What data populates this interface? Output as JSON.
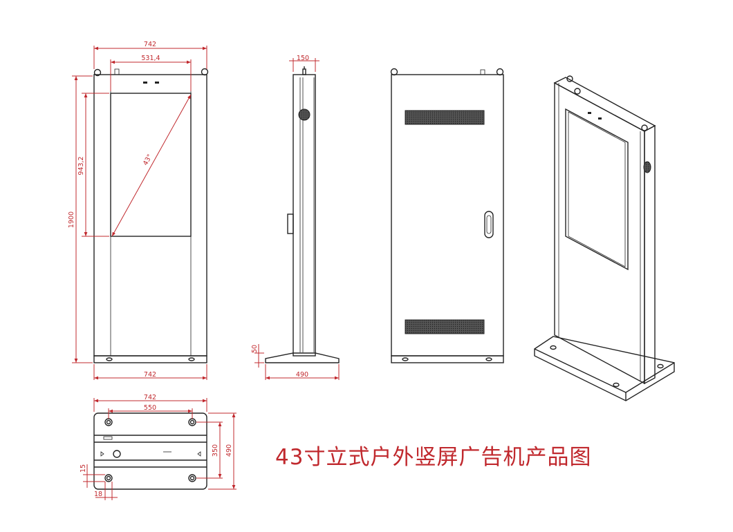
{
  "title": "43寸立式户外竖屏广告机产品图",
  "front_view": {
    "dim_width_top": "742",
    "dim_screen_width": "531,4",
    "dim_total_height": "1900",
    "dim_screen_height": "943,2",
    "screen_diagonal": "43\"",
    "dim_base_width": "742"
  },
  "side_view": {
    "dim_depth": "150",
    "dim_base_height": "50",
    "dim_base_depth": "490"
  },
  "base_view": {
    "dim_width": "742",
    "dim_hole_spacing": "550",
    "dim_depth_inner": "350",
    "dim_depth_outer": "490",
    "dim_small_a": "15",
    "dim_small_b": "18"
  },
  "colors": {
    "dimension": "#c0282d",
    "outline": "#222222"
  }
}
